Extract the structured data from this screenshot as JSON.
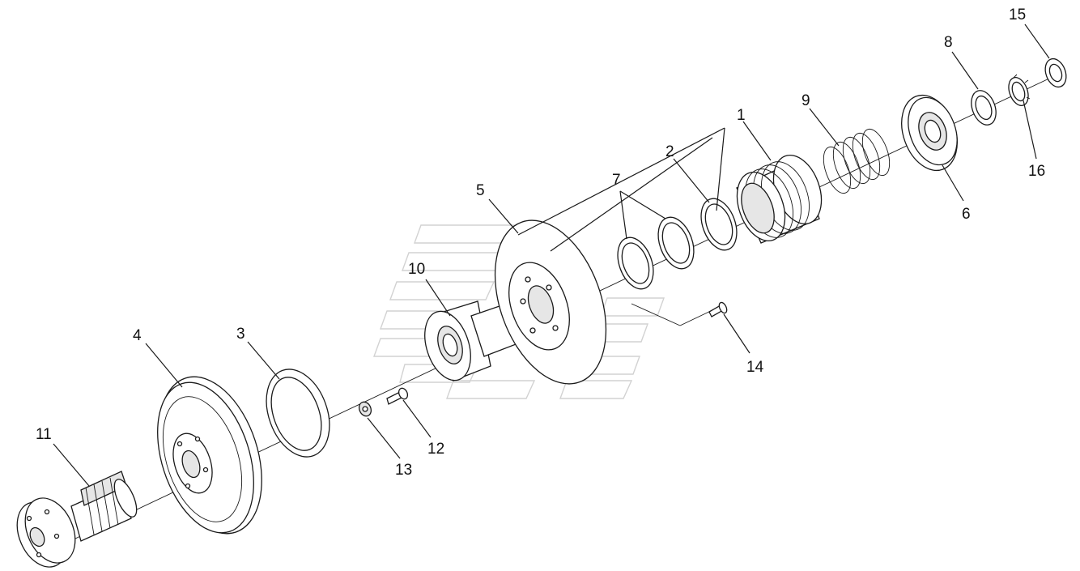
{
  "diagram": {
    "type": "exploded-parts-view",
    "callouts": [
      {
        "id": "1",
        "label": "1"
      },
      {
        "id": "2",
        "label": "2"
      },
      {
        "id": "3",
        "label": "3"
      },
      {
        "id": "4",
        "label": "4"
      },
      {
        "id": "5",
        "label": "5"
      },
      {
        "id": "6",
        "label": "6"
      },
      {
        "id": "7",
        "label": "7"
      },
      {
        "id": "8",
        "label": "8"
      },
      {
        "id": "9",
        "label": "9"
      },
      {
        "id": "10",
        "label": "10"
      },
      {
        "id": "11",
        "label": "11"
      },
      {
        "id": "12",
        "label": "12"
      },
      {
        "id": "13",
        "label": "13"
      },
      {
        "id": "14",
        "label": "14"
      },
      {
        "id": "15",
        "label": "15"
      },
      {
        "id": "16",
        "label": "16"
      }
    ]
  },
  "colors": {
    "line": "#1a1a1a",
    "watermark": "#d2d2d2",
    "background": "#ffffff"
  }
}
